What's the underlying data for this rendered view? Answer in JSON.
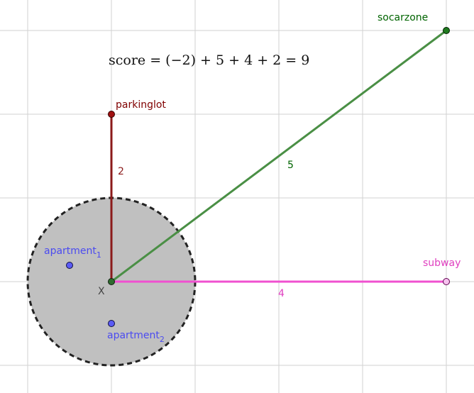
{
  "formula": "score = (−2) + 5 + 4 + 2 = 9",
  "points": {
    "socarzone": {
      "label": "socarzone",
      "color": "#006400"
    },
    "parkinglot": {
      "label": "parkinglot",
      "color": "#800000"
    },
    "subway": {
      "label": "subway",
      "color": "#e040c0"
    },
    "origin": {
      "label": "X",
      "color": "#444444"
    },
    "apartment1": {
      "label": "apartment",
      "subscript": "1",
      "color": "#4b4bf0"
    },
    "apartment2": {
      "label": "apartment",
      "subscript": "2",
      "color": "#4b4bf0"
    }
  },
  "segments": {
    "parking": {
      "value": "2",
      "color": "#8b1a1a"
    },
    "socarzone": {
      "value": "5",
      "color": "#4a8f45"
    },
    "subway": {
      "value": "4",
      "color": "#f050d0"
    }
  },
  "circle": {
    "fill": "#c0c0c0",
    "stroke": "#222222",
    "style": "dashed"
  }
}
